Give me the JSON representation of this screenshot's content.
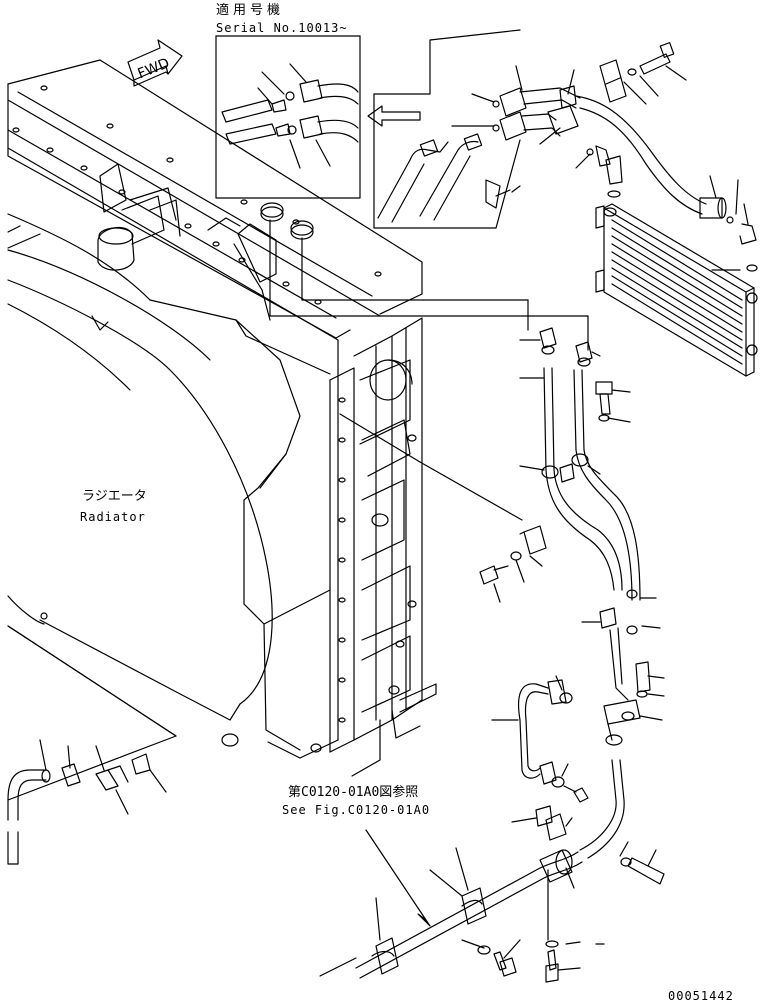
{
  "fwd_arrow": {
    "label": "FWD"
  },
  "serial_box": {
    "title_jp": "適用号機",
    "title_en": "Serial No.10013~"
  },
  "radiator": {
    "label_jp": "ラジエータ",
    "label_en": "Radiator"
  },
  "reference": {
    "label_jp": "第C0120-01A0図参照",
    "label_en": "See Fig.C0120-01A0"
  },
  "drawing_number": "00051442"
}
